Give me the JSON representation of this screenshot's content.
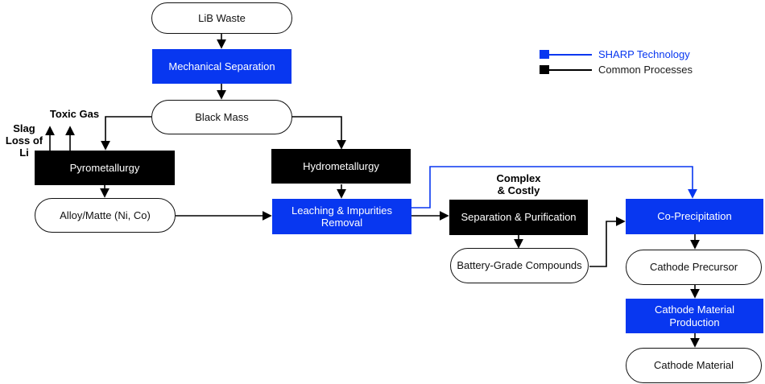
{
  "diagram": {
    "colors": {
      "sharp_blue": "#0837F0",
      "process_black": "#000000",
      "node_text_light": "#FFFFFF",
      "text_dark": "#111111"
    },
    "legend": {
      "items": [
        {
          "id": "sharp",
          "label": "SHARP Technology",
          "color": "#0837F0"
        },
        {
          "id": "common",
          "label": "Common Processes",
          "color": "#000000"
        }
      ]
    },
    "nodes": {
      "lib_waste": {
        "label": "LiB Waste",
        "type": "material"
      },
      "mechanical_separation": {
        "label": "Mechanical Separation",
        "type": "sharp"
      },
      "black_mass": {
        "label": "Black Mass",
        "type": "material"
      },
      "pyrometallurgy": {
        "label": "Pyrometallurgy",
        "type": "common"
      },
      "alloy_matte": {
        "label": "Alloy/Matte (Ni, Co)",
        "type": "material"
      },
      "hydrometallurgy": {
        "label": "Hydrometallurgy",
        "type": "common"
      },
      "leaching": {
        "label": "Leaching & Impurities Removal",
        "type": "sharp"
      },
      "separation_purification": {
        "label": "Separation & Purification",
        "type": "common"
      },
      "battery_grade": {
        "label": "Battery-Grade Compounds",
        "type": "material"
      },
      "co_precipitation": {
        "label": "Co-Precipitation",
        "type": "sharp"
      },
      "cathode_precursor": {
        "label": "Cathode Precursor",
        "type": "material"
      },
      "cathode_material_production": {
        "label": "Cathode Material Production",
        "type": "sharp"
      },
      "cathode_material": {
        "label": "Cathode Material",
        "type": "material"
      }
    },
    "annotations": {
      "toxic_gas": {
        "text": "Toxic Gas"
      },
      "slag": {
        "line1": "Slag",
        "line2": "Loss of Li"
      },
      "complex_costly": {
        "line1": "Complex",
        "line2": "& Costly"
      }
    }
  }
}
